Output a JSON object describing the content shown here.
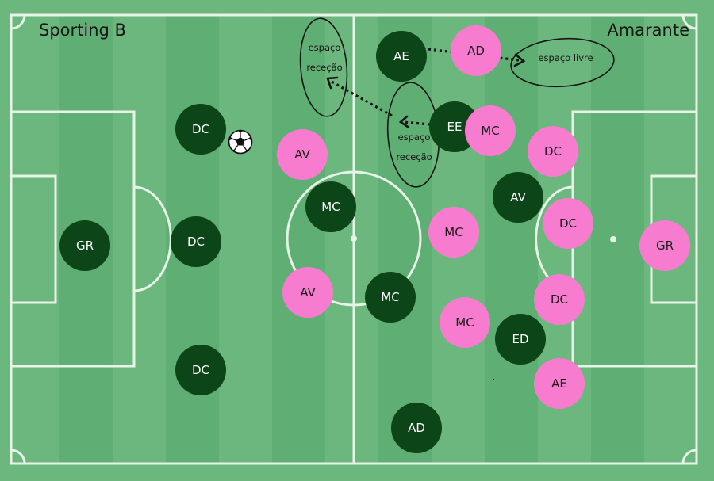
{
  "teams": {
    "home": "Sporting B",
    "away": "Amarante"
  },
  "colors": {
    "pitch": "#6cb77d",
    "stripe_dark": "#5fae73",
    "lines": "#e7f3e7",
    "home_fill": "#0c4517",
    "away_fill": "#f77ccf",
    "annotation": "#151515"
  },
  "players_home": [
    "GR",
    "DC",
    "DC",
    "DC",
    "MC",
    "MC",
    "AE",
    "EE",
    "AV",
    "ED",
    "AD"
  ],
  "players_away": [
    "AD",
    "MC",
    "DC",
    "AV",
    "DC",
    "MC",
    "GR",
    "AV",
    "MC",
    "DC",
    "AE"
  ],
  "annotations": {
    "top_left": [
      "espaço",
      "receção"
    ],
    "middle": [
      "espaço",
      "receção"
    ],
    "right": "espaço livre"
  },
  "ball": "soccer-ball-icon"
}
